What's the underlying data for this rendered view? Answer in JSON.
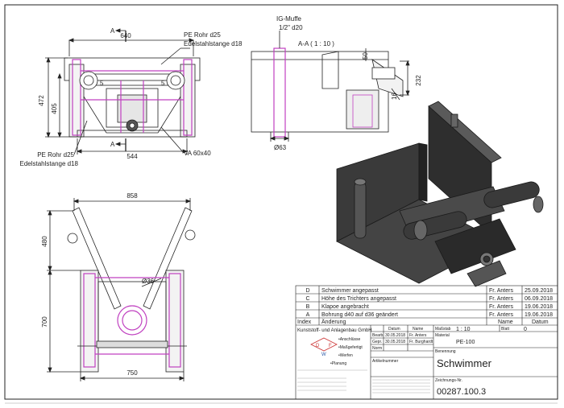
{
  "front_view": {
    "dim_width": "640",
    "dim_bottom": "544",
    "dim_height_outer": "472",
    "dim_height_inner": "405",
    "dim_small_left": "5",
    "dim_small_right": "5",
    "label_pe_top_1": "PE Rohr d25",
    "label_pe_top_2": "Edelstahlstange d18",
    "label_pe_bottom_1": "PE Rohr d25",
    "label_pe_bottom_2": "Edelstahlstange d18",
    "label_va": "VA 60x40",
    "section_mark_top": "A",
    "section_mark_bottom": "A"
  },
  "section_view": {
    "title": "A-A ( 1 : 10 )",
    "label_ig_1": "IG-Muffe",
    "label_ig_2": "1/2\" d20",
    "dim_50": "50",
    "dim_232": "232",
    "dim_16": "16",
    "dim_phi63": "Ø63"
  },
  "top_view": {
    "dim_width": "858",
    "dim_bottom": "750",
    "dim_480": "480",
    "dim_700": "700",
    "dim_phi36": "Ø36"
  },
  "revisions": [
    {
      "index": "D",
      "change": "Schwimmer angepasst",
      "company": "Fr. Anters",
      "date": "25.09.2018"
    },
    {
      "index": "C",
      "change": "Höhe des Trichters angepasst",
      "company": "Fr. Anters",
      "date": "06.09.2018"
    },
    {
      "index": "B",
      "change": "Klapoe angebracht",
      "company": "Fr. Anters",
      "date": "19.06.2018"
    },
    {
      "index": "A",
      "change": "Bohrung d40 auf d36 geändert",
      "company": "Fr. Anters",
      "date": "19.06.2018"
    }
  ],
  "revision_header": {
    "index": "Index",
    "change": "Änderung",
    "name": "Name",
    "date": "Datum"
  },
  "title_block": {
    "company": "Kunststoff- und Anlagenbau GmbH",
    "logo_letters": [
      "D",
      "F",
      "W"
    ],
    "services": [
      "•Anschlüsse",
      "•Maßgefertigt",
      "•Werfen",
      "•Planung"
    ],
    "col_datum": "Datum",
    "col_name": "Name",
    "row_bearb": "Bearb.",
    "row_gepr": "Gepr.",
    "row_norm": "Norm",
    "bearb_date": "30.05.2018",
    "bearb_name": "Fr. Anters",
    "gepr_date": "30.05.2018",
    "gepr_name": "Fr. Burghardt",
    "massstab_label": "Maßstab",
    "massstab": "1 : 10",
    "blatt_label": "Blatt",
    "blatt": "0",
    "material_label": "Material",
    "material": "PE-100",
    "artikel_label": "Artikelnummer",
    "benennung_label": "Benennung",
    "benennung": "Schwimmer",
    "zeichnung_label": "Zeichnungs-Nr.",
    "zeichnung": "00287.100.3"
  },
  "colors": {
    "line": "#222222",
    "magenta": "#c040c0",
    "shade": "#555555"
  }
}
